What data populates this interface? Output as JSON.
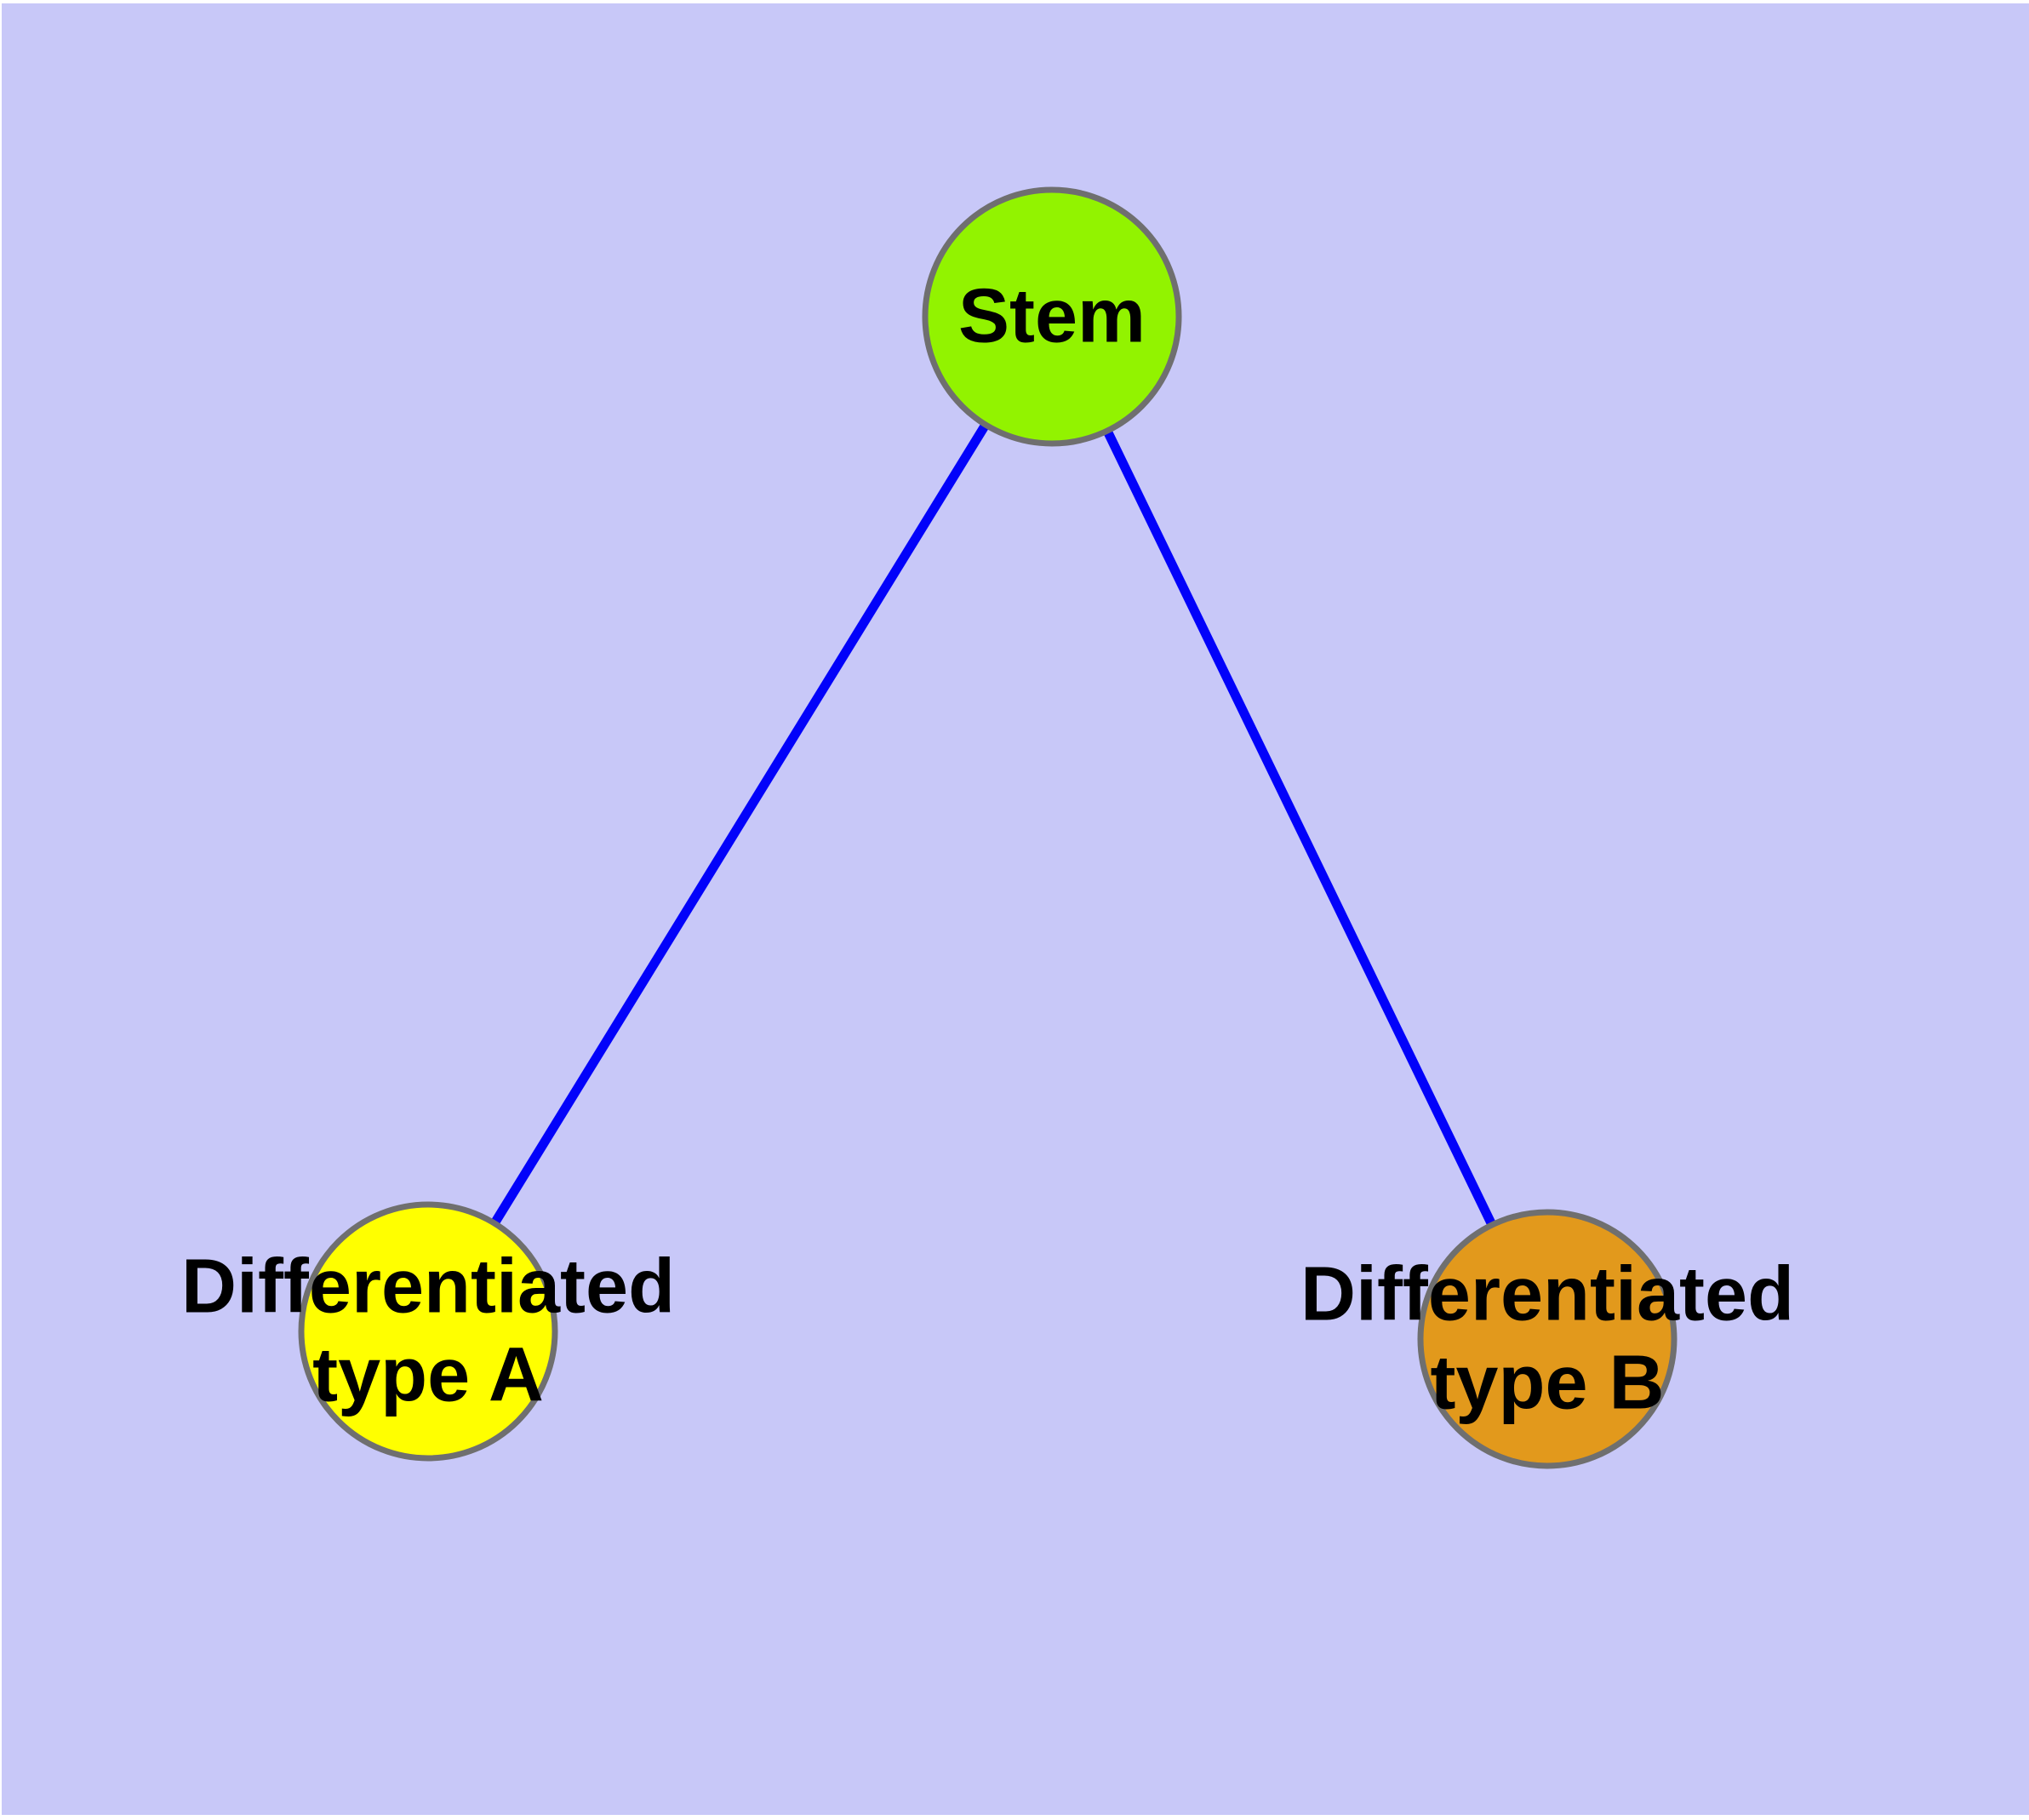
{
  "canvas": {
    "background_color": "#c8c8f8",
    "page_border_color": "#ffffff"
  },
  "text_color": "#000000",
  "nodes": [
    {
      "id": "stem",
      "label": "Stem",
      "fill": "#92f300",
      "border_color": "#6f6f6f"
    },
    {
      "id": "differentiated-type-a",
      "label": "Differentiated\ntype A",
      "fill": "#ffff00",
      "border_color": "#6f6f6f"
    },
    {
      "id": "differentiated-type-b",
      "label": "Differentiated\ntype B",
      "fill": "#e2991c",
      "border_color": "#6f6f6f"
    }
  ],
  "edges": [
    {
      "from": "stem",
      "to": "differentiated-type-a",
      "color": "#0202fa"
    },
    {
      "from": "stem",
      "to": "differentiated-type-b",
      "color": "#0202fa"
    }
  ]
}
